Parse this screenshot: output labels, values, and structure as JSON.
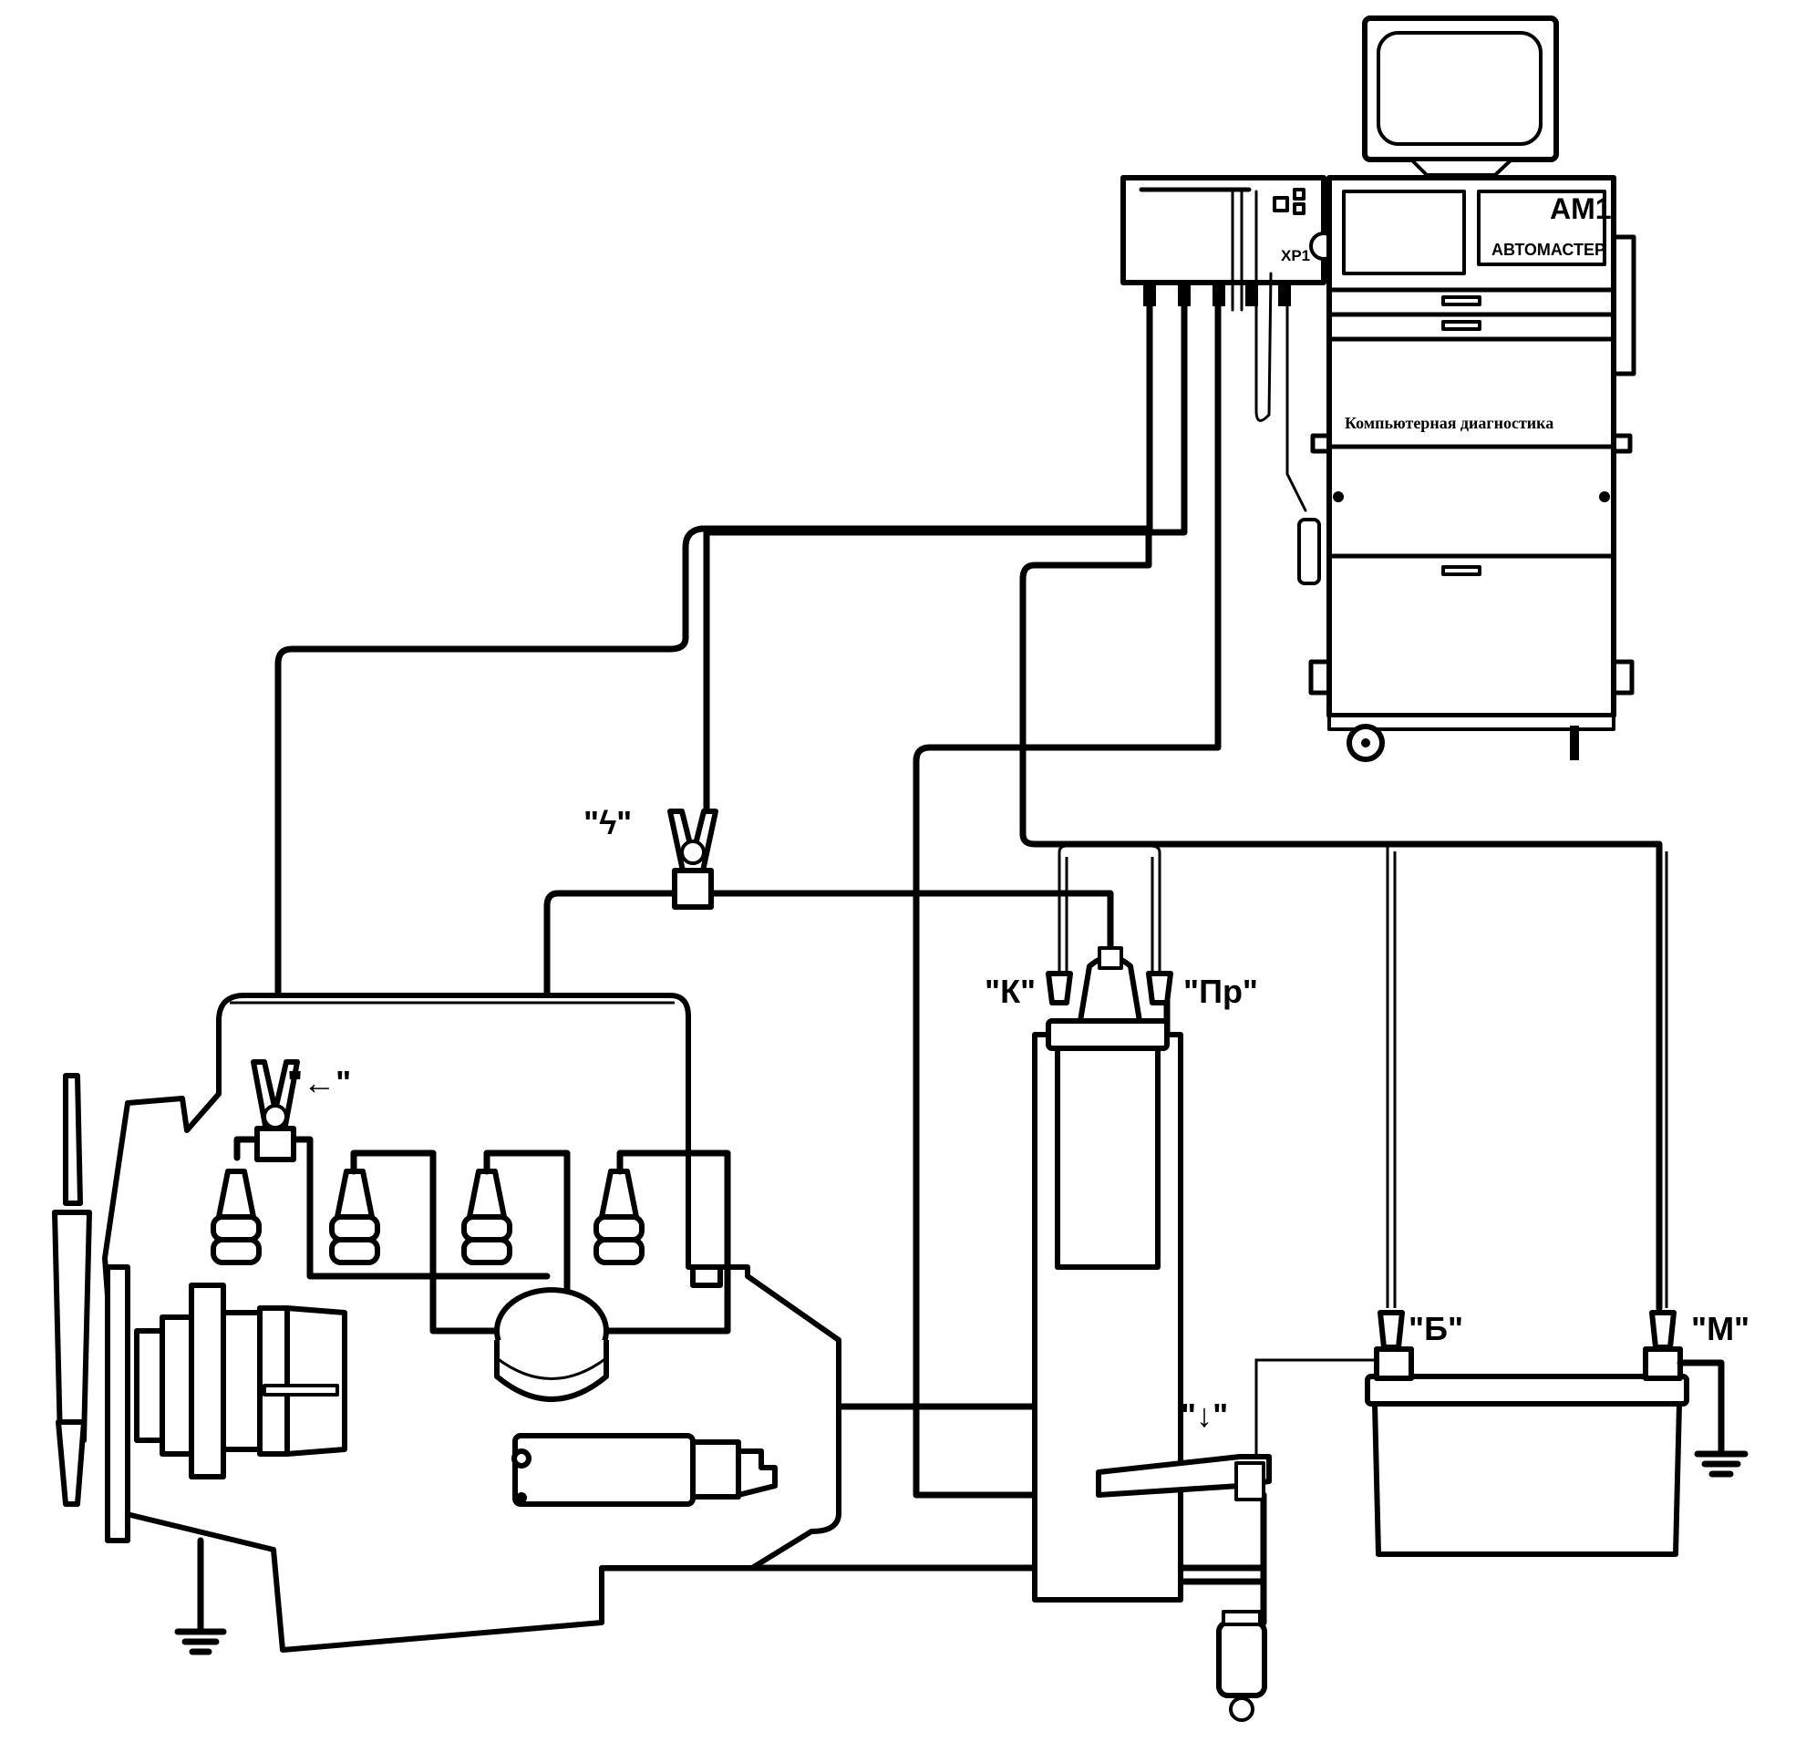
{
  "device": {
    "brand_top": "АМ1",
    "brand_name": "АВТОМАСТЕР",
    "cabinet_caption": "Компьютерная диагностика",
    "port_label": "XP1"
  },
  "labels": {
    "coil_k": "\"К\"",
    "coil_pr": "\"Пр\"",
    "battery_plus": "\"Б\"",
    "battery_minus": "\"М\"",
    "hv_clamp": "\"ϟ\"",
    "cyl1_clamp": "\"←\"",
    "current_clamp": "\"↓\""
  }
}
